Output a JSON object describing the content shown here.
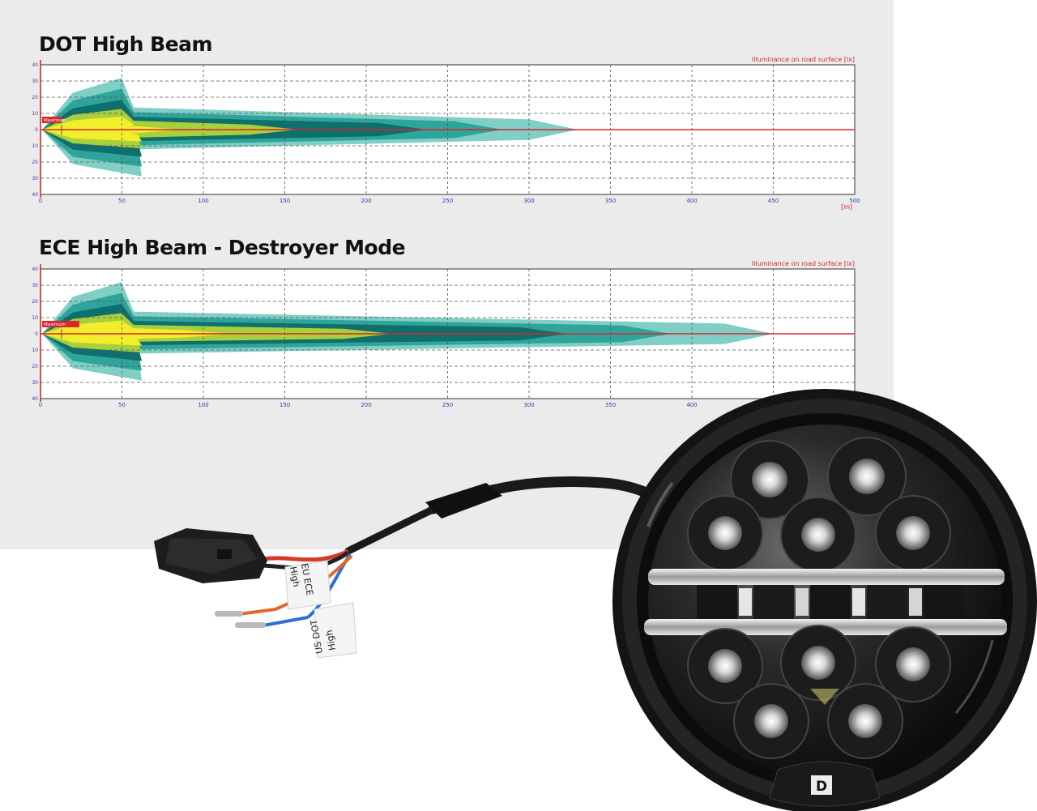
{
  "chart_data": [
    {
      "type": "heatmap",
      "title": "DOT High Beam",
      "legend_label": "Illuminance on road surface [lx]",
      "x_unit": "[m]",
      "x_ticks": [
        "0",
        "50",
        "100",
        "150",
        "200",
        "250",
        "300",
        "350",
        "400",
        "450",
        "500"
      ],
      "y_ticks": [
        "40",
        "30",
        "20",
        "10",
        "0",
        "10",
        "20",
        "30",
        "40"
      ],
      "marker_label": "Maximum",
      "xlim": [
        0,
        500
      ],
      "ylim": [
        -40,
        40
      ],
      "beam_reach_m": 330,
      "grid": true
    },
    {
      "type": "heatmap",
      "title": "ECE High Beam - Destroyer Mode",
      "legend_label": "Illuminance on road surface [lx]",
      "x_ticks": [
        "0",
        "50",
        "100",
        "150",
        "200",
        "250",
        "300",
        "350",
        "400"
      ],
      "y_ticks": [
        "40",
        "30",
        "20",
        "10",
        "0",
        "10",
        "20",
        "30",
        "40"
      ],
      "marker_label": "Maximum",
      "xlim": [
        0,
        500
      ],
      "ylim": [
        -40,
        40
      ],
      "beam_reach_m": 450,
      "grid": true
    }
  ],
  "product": {
    "tags": {
      "eu": [
        "EU ECE",
        "High"
      ],
      "us": [
        "US DOT",
        "High"
      ]
    },
    "brand_mark": "D"
  },
  "colors": {
    "beam_outer": "#7fcfc6",
    "beam_mid": "#2fa49a",
    "beam_dark": "#0e6f6c",
    "beam_green": "#a8cf3c",
    "beam_core": "#f2ee2b",
    "axis_red": "#d8262c",
    "tick_blue": "#3a3aa6"
  }
}
